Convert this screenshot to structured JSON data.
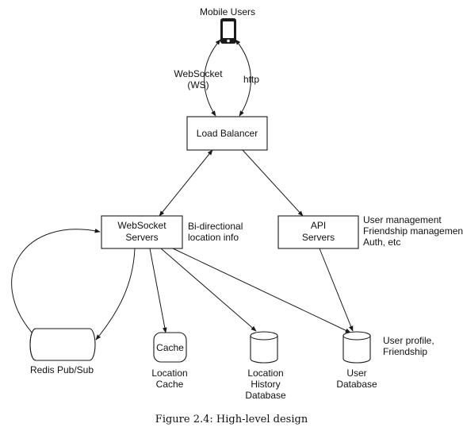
{
  "nodes": {
    "mobile_users": {
      "label": "Mobile Users"
    },
    "load_balancer": {
      "label": "Load Balancer"
    },
    "websocket_servers": {
      "lines": [
        "WebSocket",
        "Servers"
      ]
    },
    "api_servers": {
      "lines": [
        "API",
        "Servers"
      ]
    },
    "redis_pubsub": {
      "label": "Redis Pub/Sub"
    },
    "cache": {
      "inner": "Cache",
      "lines": [
        "Location",
        "Cache"
      ]
    },
    "location_history_db": {
      "lines": [
        "Location",
        "History",
        "Database"
      ]
    },
    "user_db": {
      "lines": [
        "User",
        "Database"
      ]
    }
  },
  "edge_labels": {
    "websocket": [
      "WebSocket",
      "(WS)"
    ],
    "http": "http"
  },
  "annotations": {
    "bidirectional": [
      "Bi-directional",
      "location info"
    ],
    "api_desc": [
      "User management",
      "Friendship management",
      "Auth, etc"
    ],
    "user_db_desc": [
      "User profile,",
      "Friendship"
    ]
  },
  "caption": "Figure 2.4: High-level design",
  "colors": {
    "stroke": "#1a1a1a",
    "text": "#111111",
    "background": "#ffffff"
  }
}
